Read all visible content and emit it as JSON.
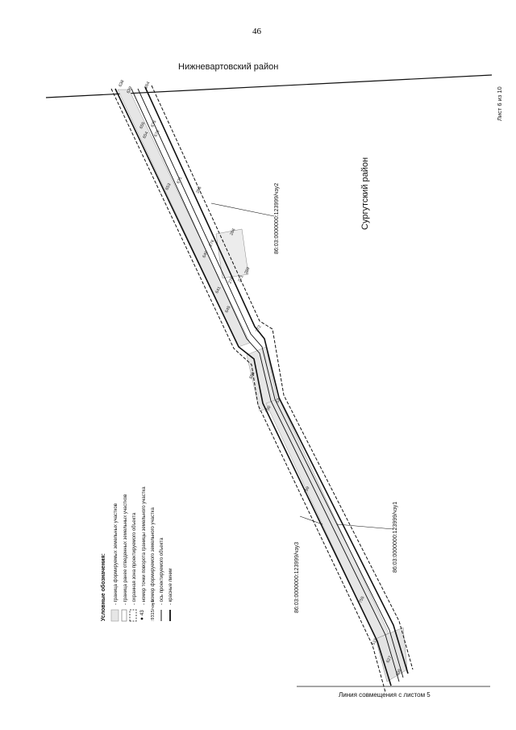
{
  "page_number": "46",
  "sheet_label": "Лист 6 из 10",
  "districts": {
    "top": "Нижневартовский район",
    "right": "Сургутский район"
  },
  "junction_label": "Линия совмещения с листом 5",
  "parcels": {
    "chzu2": "86:03:0000000:123999/чзу2",
    "chzu3": "86:03:0000000:123999/чзу3",
    "chzu1": "86:03:0000000:123999/чзу1"
  },
  "point_labels": {
    "p638": "638",
    "p639": "639",
    "p264": "264",
    "p265": "265",
    "p655": "655",
    "p654": "654",
    "p676": "676",
    "p675": "675",
    "p653": "653",
    "p671": "671",
    "p266": "266",
    "p276": "276",
    "p269": "269",
    "p278": "278",
    "p271": "271",
    "p640": "640",
    "p641": "641",
    "p645": "645",
    "p272": "272",
    "p650": "650",
    "p760": "760",
    "p759": "759",
    "p755": "755",
    "p515": "515",
    "p627": "627",
    "p605": "605",
    "p43": "43",
    "p52": "52"
  },
  "legend": {
    "title": "Условные обозначения:",
    "items": [
      "- граница формируемых земельных участков",
      "- граница ранее отведенных земельных участков",
      "- охранная зона проектируемого объекта",
      "- номер точки поворота границы земельного участка",
      "- номер формируемого земельного участка",
      "- ось проектируемого объекта",
      "- красные линии"
    ],
    "sample_point": "43",
    "sample_parcel": ":9315/чзу1"
  }
}
